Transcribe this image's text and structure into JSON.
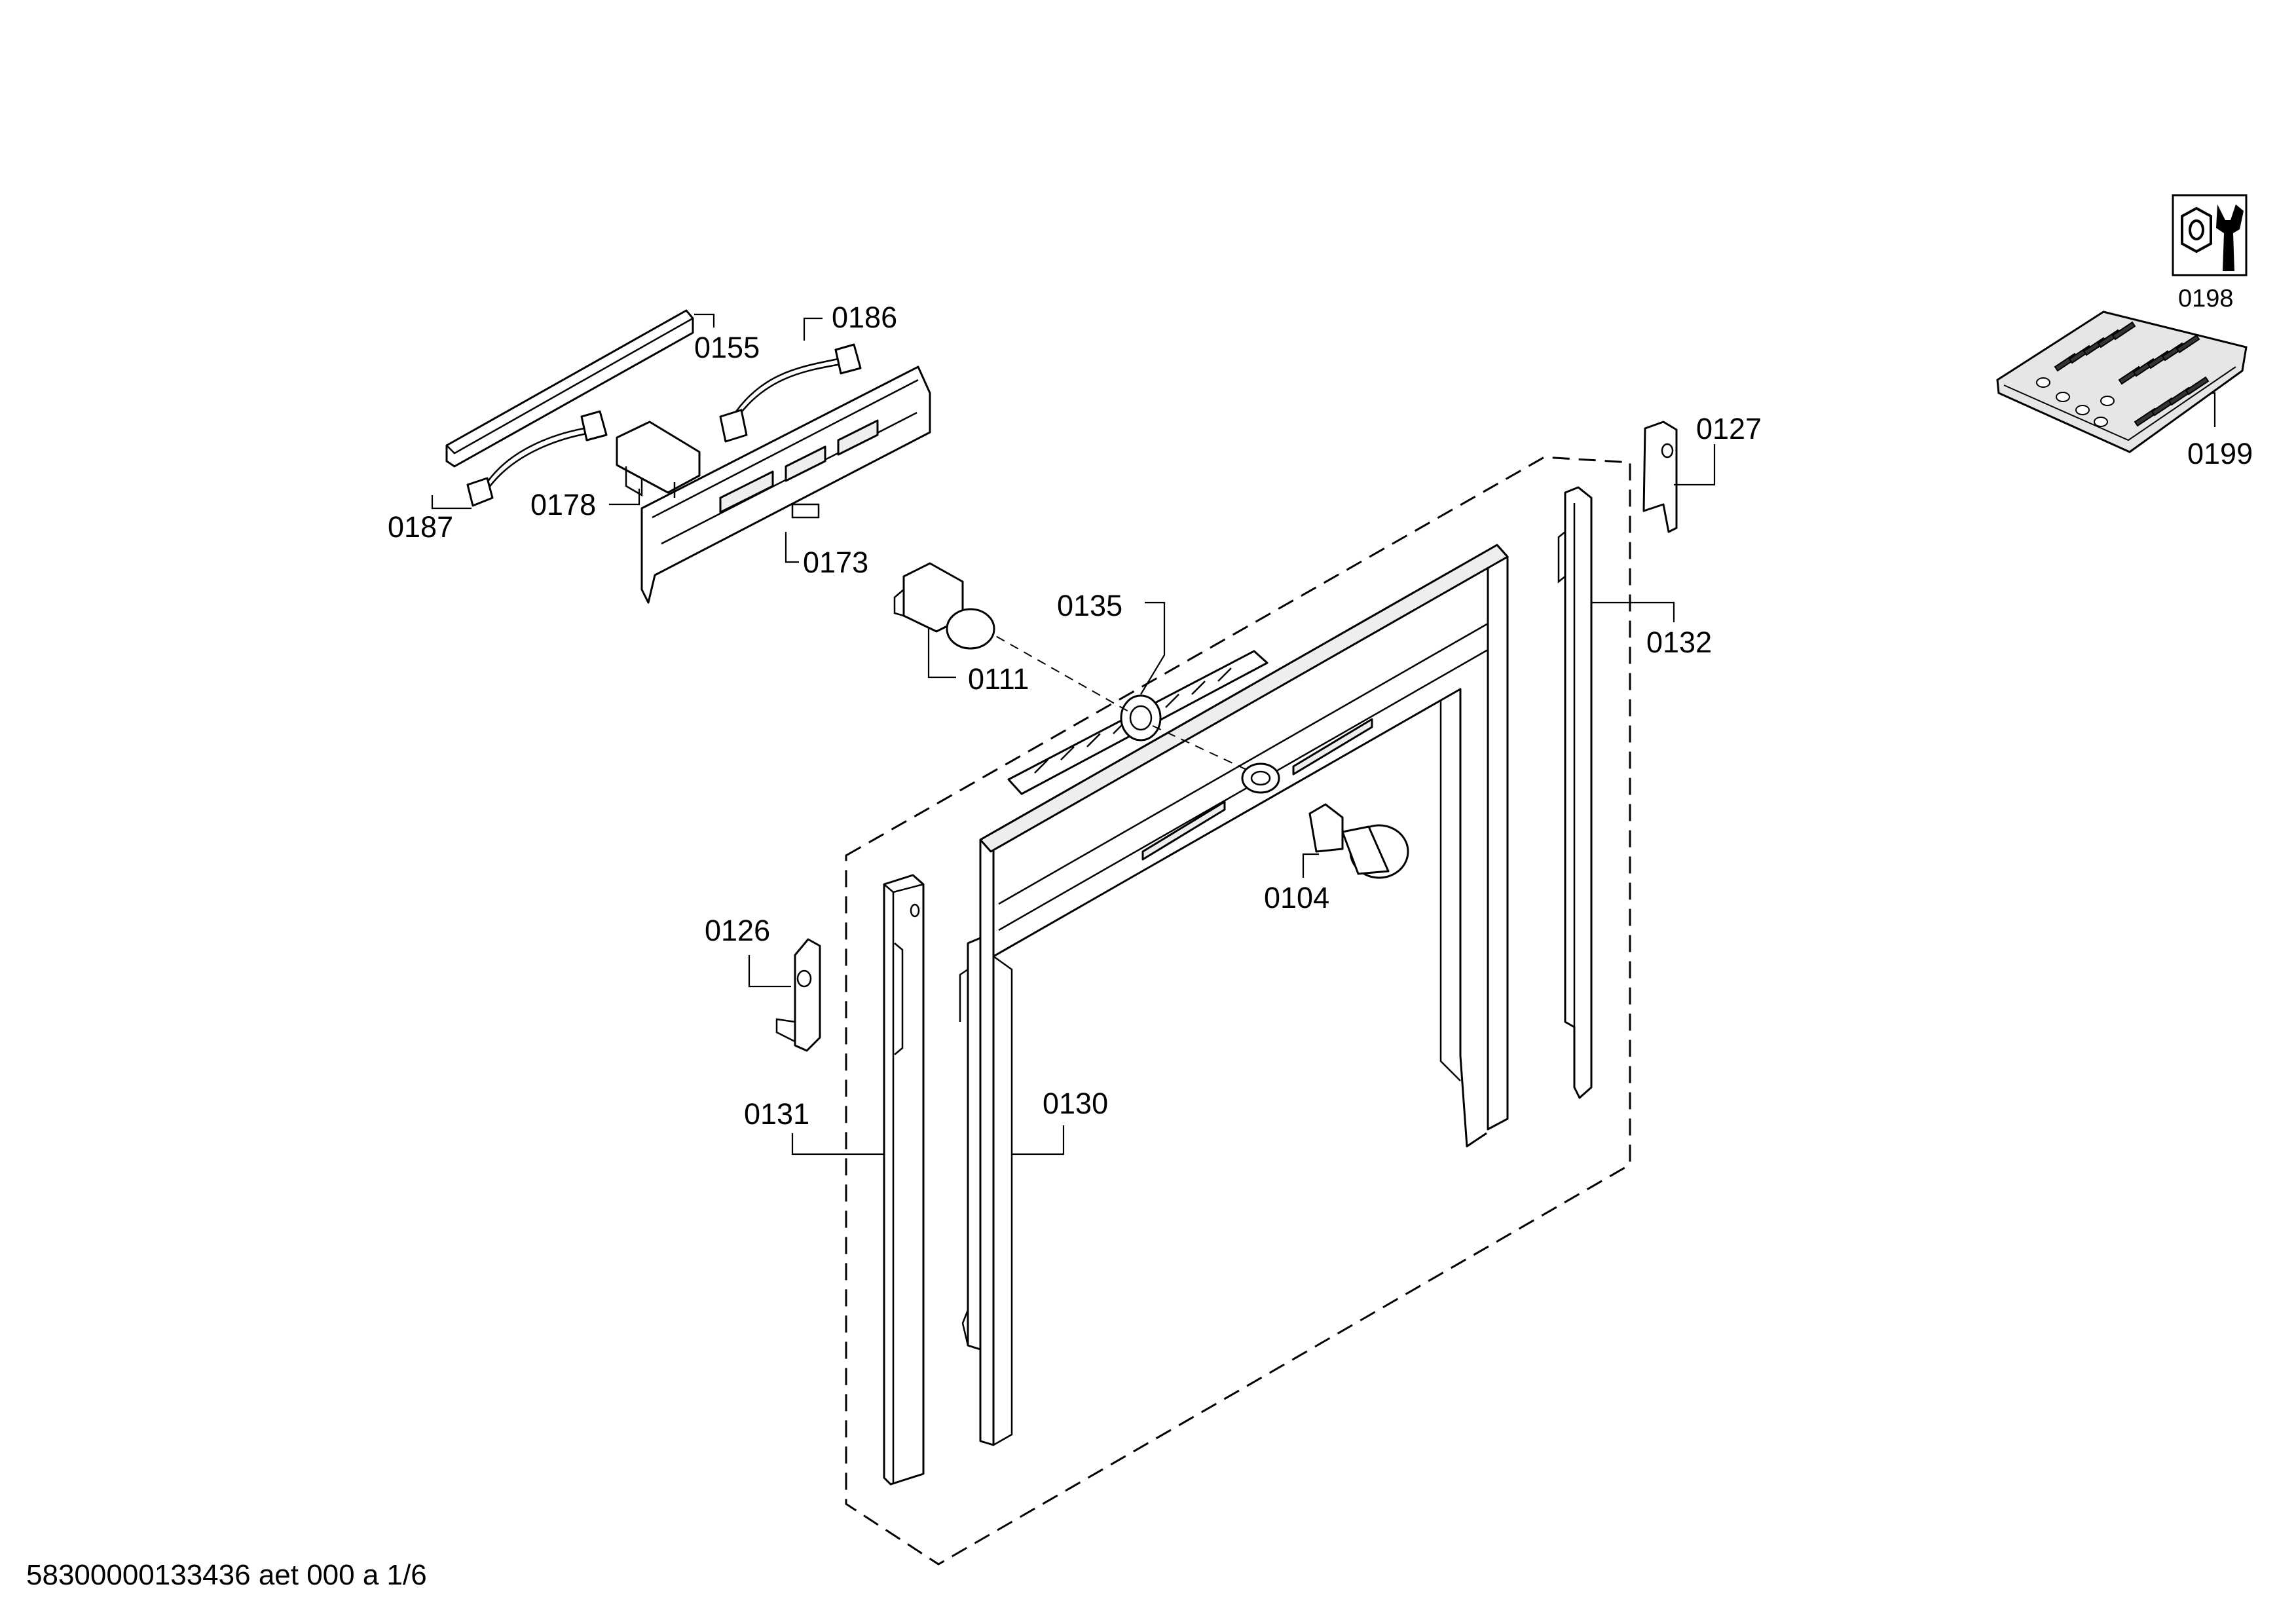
{
  "parts": {
    "p0155": "0155",
    "p0186": "0186",
    "p0187": "0187",
    "p0178": "0178",
    "p0173": "0173",
    "p0111": "0111",
    "p0135": "0135",
    "p0127": "0127",
    "p0132": "0132",
    "p0104": "0104",
    "p0126": "0126",
    "p0131": "0131",
    "p0130": "0130",
    "p0198": "0198",
    "p0199": "0199"
  },
  "footer": "58300000133436 aet 000 a 1/6",
  "icons": {
    "tool_box": "nut-and-wrench-icon",
    "screw_bag": "screw-bag-icon"
  },
  "colors": {
    "line": "#000000",
    "background": "#ffffff",
    "part_fill": "#eeeeee"
  }
}
